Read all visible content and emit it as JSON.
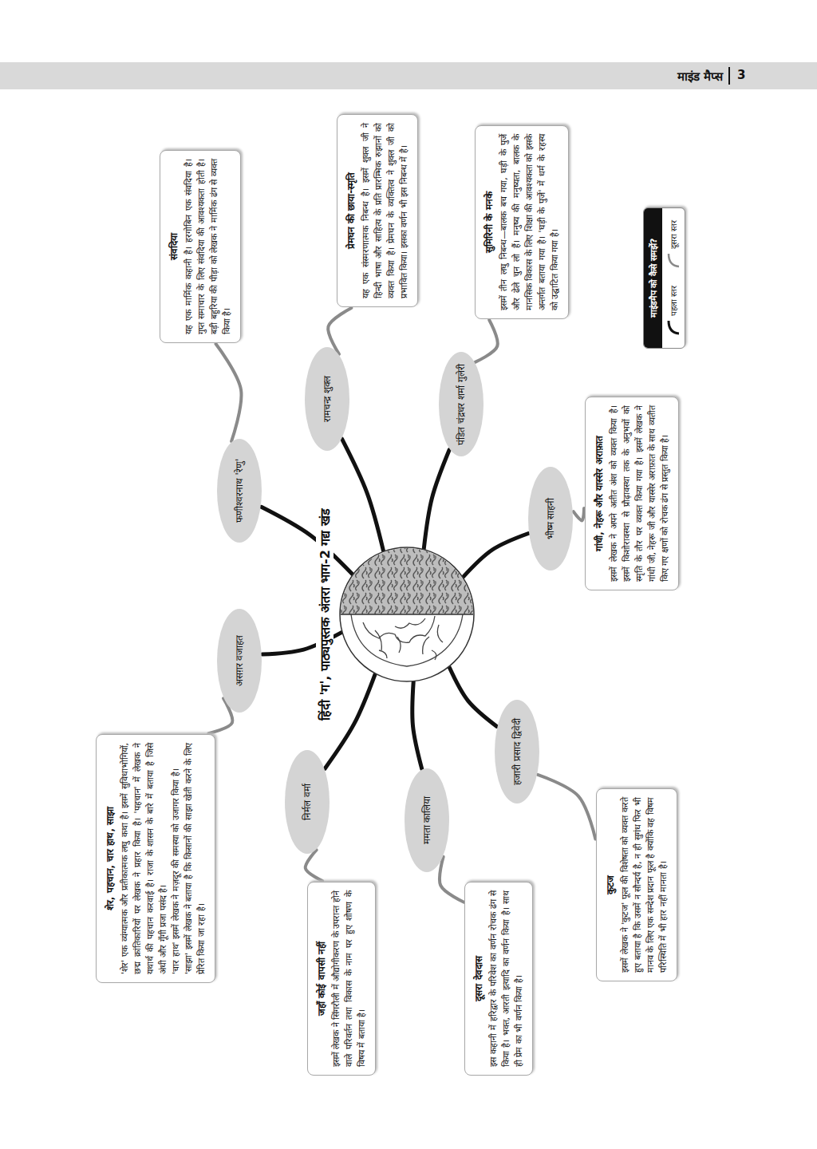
{
  "diagram": {
    "nodes": [
      {
        "text": [
          "हिंदी 'ग', पाठ्यपुस्तक अंतरा भाग-2 गद्य खंड"
        ]
      },
      {
        "text": [
          "फणीश्वरनाथ 'रेणु'"
        ]
      },
      {
        "text": [
          "संवदिया",
          "यह एक मार्मिक कहानी है। हरगोबिन एक संवदिया है। गुप्त समाचार के लिए संवदिया की आवश्यकता होती है। बड़ी बहुरिया की पीड़ा को लेखक ने मार्मिक ढंग से व्यक्त किया है।"
        ]
      },
      {
        "text": [
          "रामचन्द्र शुक्ल"
        ]
      },
      {
        "text": [
          "प्रेमघन की छाया-स्मृति",
          "यह एक संस्मरणात्मक निबन्ध है। इसमें शुक्ल जी ने हिन्दी भाषा और साहित्य के प्रति प्रारम्भिक रुझानों को व्यक्त किया है। प्रेमघन के व्यक्तित्व ने शुक्ल जी को प्रभावित किया। इसका वर्णन भी इस निबन्ध में है।"
        ]
      },
      {
        "text": [
          "पंडित चंद्रधर शर्मा गुलेरी"
        ]
      },
      {
        "text": [
          "सुमिरिनी के मनके",
          "इसमें तीन लघु निबन्ध—बालक बच गया, घड़ी के पुर्जे और ढेले चुन लो हैं। मनुष्य की मनुष्यता, बालक के मानसिक विकास के लिए शिक्षा की आवश्यकता को इसके अन्तर्गत बताया गया है। 'घड़ी के पुर्जे' में धर्म के रहस्य को उद्घाटित किया गया है।"
        ]
      },
      {
        "text": [
          "भीष्म साहनी"
        ]
      },
      {
        "text": [
          "गांधी, नेहरू और यास्सेर अराफ़ात",
          "इसमें लेखक ने अपने अतीत अंश को व्यक्त किया है। इसमें किशोरावस्था से प्रौढ़ावस्था तक के अनुभवों को स्मृति के तौर पर व्यक्त किया गया है। इसमें लेखक ने गांधी जी, नेहरू जी और यास्सेर अराफ़ात के साथ व्यतीत किए गए क्षणों को रोचक ढंग से प्रस्तुत किया है।"
        ]
      },
      {
        "text": [
          "हजारी प्रसाद द्विवेदी"
        ]
      },
      {
        "text": [
          "कुटज",
          "इसमें लेखक ने 'कुटज' फूल की विशेषता को व्यक्त करते हुए बताया है कि उसमें न सौन्दर्य है, न ही सुगंध फिर भी मानव के लिए एक सन्देश प्रदान फूल है क्योंकि वह विषम परिस्थिति में भी हार नहीं मानता है।"
        ]
      },
      {
        "text": [
          "ममता कालिया"
        ]
      },
      {
        "text": [
          "दूसरा देवदास",
          "इस कहानी में हरिद्वार के परिवेश का वर्णन रोचक ढंग से किया है। भक्त, आरती इत्यादि का वर्णन किया है। साथ ही प्रेम का भी वर्णन किया है।"
        ]
      },
      {
        "text": [
          "निर्मल वर्मा"
        ]
      },
      {
        "text": [
          "जहाँ कोई वापसी नहीं",
          "इसमें लेखक ने सिंगरौली में औद्योगीकरण के उपरान्त होने वाले परिवर्तन तथा विकास के नाम पर हुए शोषण के विषय में बताया है।"
        ]
      },
      {
        "text": [
          "असग़र वजाहत"
        ]
      },
      {
        "text": [
          "शेर, पहचान, चार हाथ, साझा",
          "'शेर' एक व्यंग्यात्मक और प्रतीकात्मक लघु कथा है। इसमें सुविधाभोगियों, छद्म क्रांतिकारियों पर लेखक ने प्रहार किया है। 'पहचान' में लेखक ने यथार्थ की पहचान करवाई है। राजा के शासन के बारे में बताया है जिसे अंधी और गूँगी प्रजा पसंद है।",
          "'चार हाथ' इसमें लेखक ने मज़दूर की समस्या को उजागर किया है।",
          "'साझा' इसमें लेखक ने बताया है कि किसानों की साझा खेती करने के लिए प्रेरित किया जा रहा है।"
        ]
      }
    ],
    "edges": [
      {
        "from": 0,
        "to": 1,
        "arrow": "none"
      },
      {
        "from": 1,
        "to": 2,
        "arrow": "none"
      },
      {
        "from": 0,
        "to": 3,
        "arrow": "none"
      },
      {
        "from": 3,
        "to": 4,
        "arrow": "none"
      },
      {
        "from": 0,
        "to": 5,
        "arrow": "none"
      },
      {
        "from": 5,
        "to": 6,
        "arrow": "none"
      },
      {
        "from": 0,
        "to": 7,
        "arrow": "none"
      },
      {
        "from": 7,
        "to": 8,
        "arrow": "none"
      },
      {
        "from": 0,
        "to": 9,
        "arrow": "none"
      },
      {
        "from": 9,
        "to": 10,
        "arrow": "none"
      },
      {
        "from": 0,
        "to": 11,
        "arrow": "none"
      },
      {
        "from": 11,
        "to": 12,
        "arrow": "none"
      },
      {
        "from": 0,
        "to": 13,
        "arrow": "none"
      },
      {
        "from": 13,
        "to": 14,
        "arrow": "none"
      },
      {
        "from": 0,
        "to": 15,
        "arrow": "none"
      },
      {
        "from": 15,
        "to": 16,
        "arrow": "none"
      }
    ],
    "labels": [
      "माइंड मैप्स",
      "3",
      "माइंडमैप को कैसे समझें?"
    ],
    "legend": [
      {
        "text": "पहला स्तर"
      },
      {
        "text": "दूसरा स्तर"
      }
    ]
  }
}
